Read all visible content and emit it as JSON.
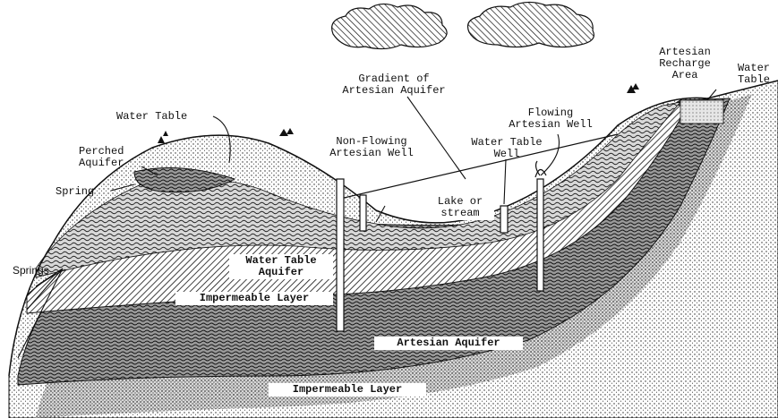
{
  "labels": {
    "gradient": "Gradient of\nArtesian Aquifer",
    "recharge": "Artesian\nRecharge\nArea",
    "water_table_right": "Water\nTable",
    "water_table_top": "Water Table",
    "flowing_well": "Flowing\nArtesian Well",
    "non_flowing_well": "Non-Flowing\nArtesian Well",
    "water_table_well": "Water Table\nWell",
    "perched_aquifer": "Perched\nAquifer",
    "spring": "Spring",
    "springs": "Springs",
    "lake": "Lake or\nstream",
    "water_table_aquifer": "Water Table\nAquifer",
    "impermeable_upper": "Impermeable Layer",
    "artesian_aquifer": "Artesian Aquifer",
    "impermeable_lower": "Impermeable Layer"
  },
  "colors": {
    "ink": "#111111",
    "paper": "#ffffff"
  }
}
